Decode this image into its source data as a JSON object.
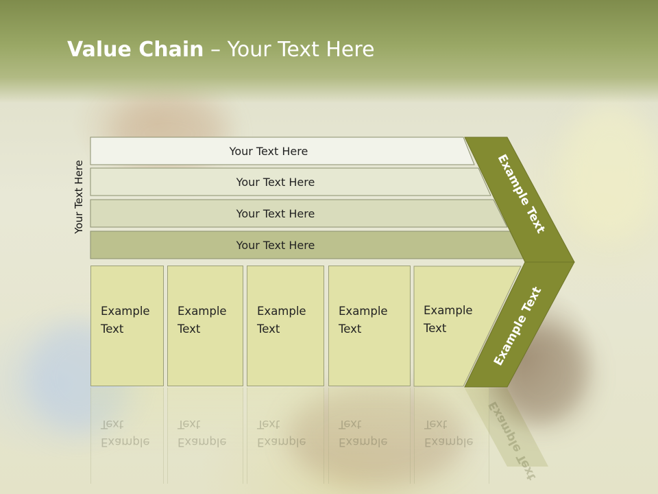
{
  "slide": {
    "title_bold": "Value Chain",
    "title_rest": " – Your Text Here",
    "side_label": "Your Text Here",
    "bars": [
      {
        "label": "Your Text Here",
        "color": "#f2f3ea"
      },
      {
        "label": "Your Text Here",
        "color": "#e6e8d2"
      },
      {
        "label": "Your Text Here",
        "color": "#d9dcbc"
      },
      {
        "label": "Your Text Here",
        "color": "#bcc18e"
      }
    ],
    "columns": [
      {
        "line1": "Example",
        "line2": "Text"
      },
      {
        "line1": "Example",
        "line2": "Text"
      },
      {
        "line1": "Example",
        "line2": "Text"
      },
      {
        "line1": "Example",
        "line2": "Text"
      },
      {
        "line1": "Example",
        "line2": "Text"
      }
    ],
    "arrow_top_label": "Example Text",
    "arrow_bottom_label": "Example Text",
    "colors": {
      "accent": "#838b31",
      "header": "#8f9b58",
      "column_fill": "#e1e2a7"
    }
  }
}
